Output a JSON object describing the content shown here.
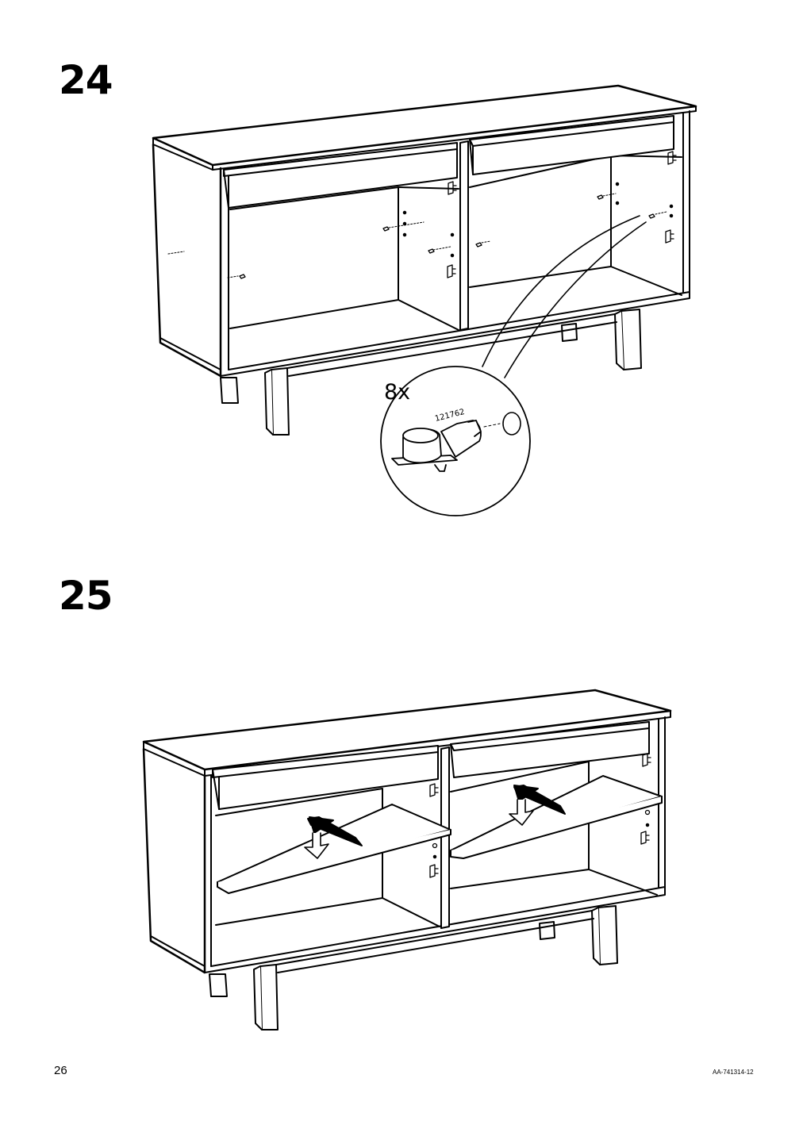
{
  "steps": [
    {
      "number": "24",
      "part_quantity": "8x",
      "part_number": "121762"
    },
    {
      "number": "25"
    }
  ],
  "footer": {
    "page_number": "26",
    "document_code": "AA-741314-12"
  },
  "colors": {
    "line": "#000000",
    "background": "#ffffff"
  }
}
